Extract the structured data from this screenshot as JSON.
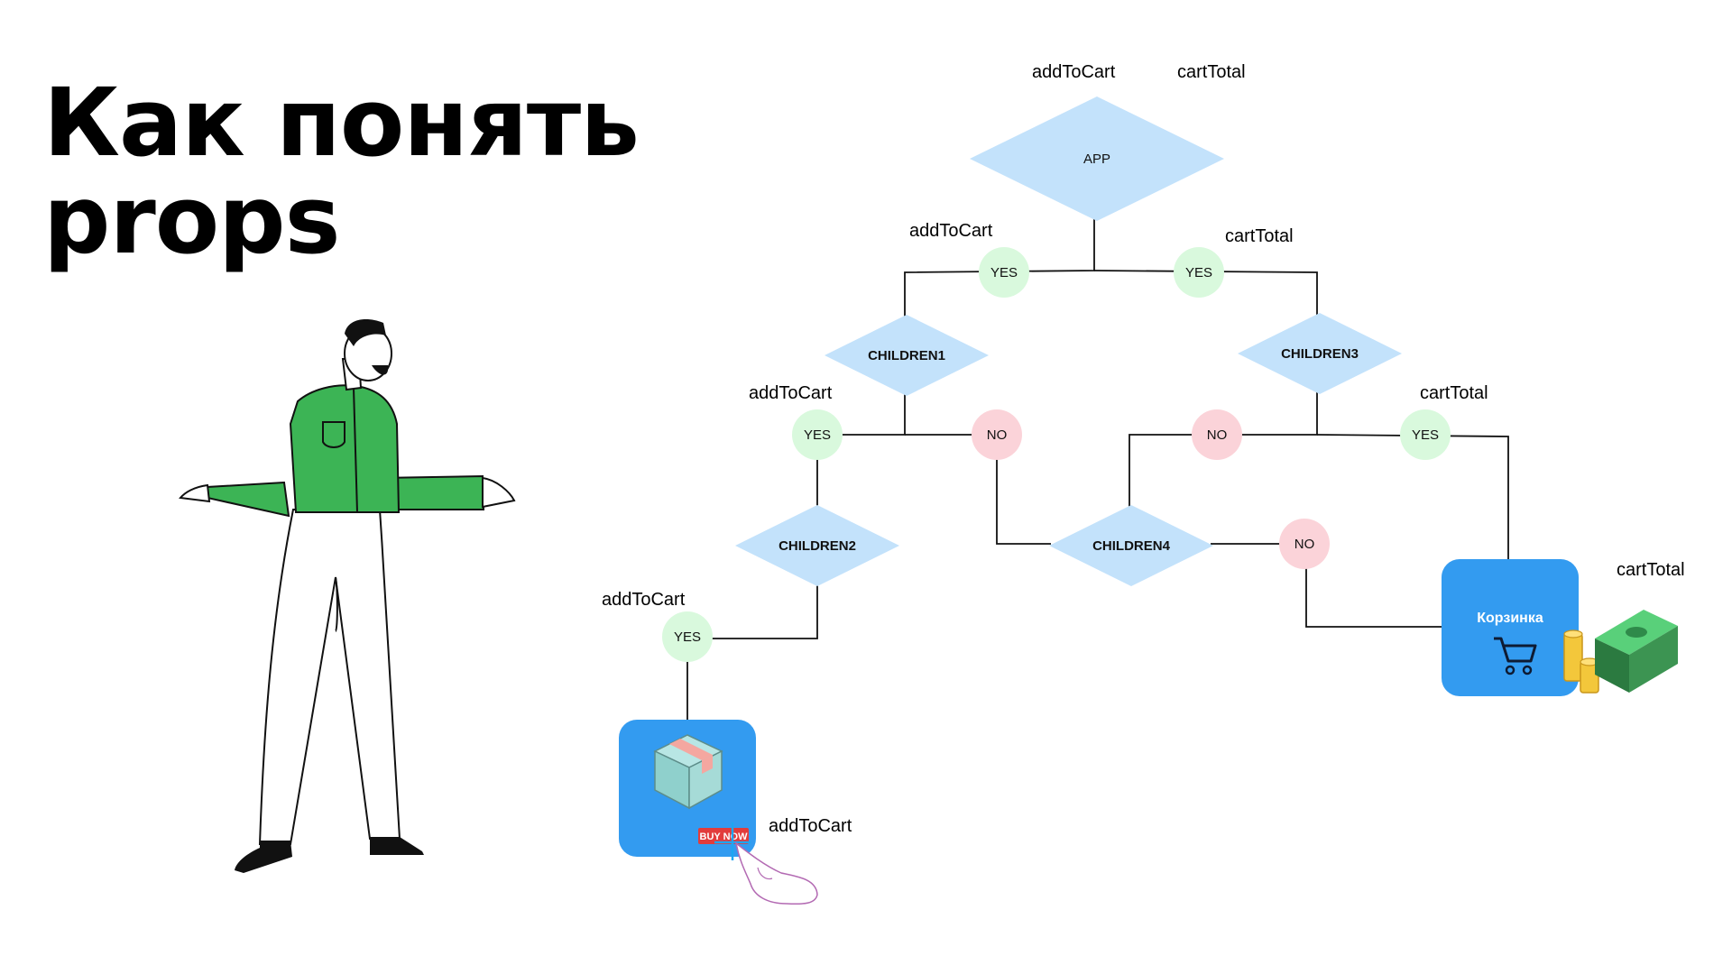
{
  "title": {
    "line1": "Как понять",
    "line2": "props"
  },
  "nodes": {
    "app": "APP",
    "children1": "CHILDREN1",
    "children2": "CHILDREN2",
    "children3": "CHILDREN3",
    "children4": "CHILDREN4"
  },
  "decisions": {
    "yes": "YES",
    "no": "NO"
  },
  "props": {
    "add_to_cart": "addToCart",
    "cart_total": "cartTotal"
  },
  "cart_box": {
    "label": "Корзинка"
  },
  "product_box": {
    "button_label": "BUY NOW"
  },
  "colors": {
    "diamond": "#c3e2fb",
    "yes_circle": "#d9f9dd",
    "no_circle": "#fbd3d9",
    "box_blue": "#339bf0",
    "shirt_green": "#3cb455"
  }
}
